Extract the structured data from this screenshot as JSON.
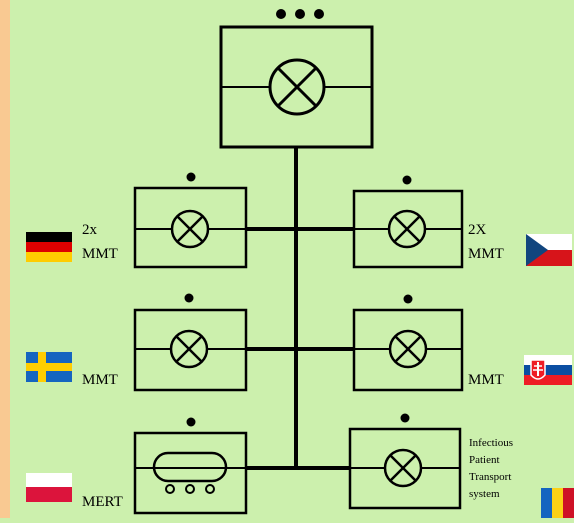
{
  "colors": {
    "background": "#ccf0ad",
    "left_strip": "#f9c992",
    "line": "#000000"
  },
  "top_unit": {
    "icon": "floodlight-symbol",
    "dots": 3
  },
  "units": [
    {
      "id": "germany",
      "flag": "germany-flag",
      "label_line1": "2x",
      "label_line2": "MMT",
      "symbol": "floodlight-symbol",
      "dots": 1
    },
    {
      "id": "czech",
      "flag": "czech-flag",
      "label_line1": "2X",
      "label_line2": "MMT",
      "symbol": "floodlight-symbol",
      "dots": 1
    },
    {
      "id": "sweden",
      "flag": "sweden-flag",
      "label_line1": "MMT",
      "symbol": "floodlight-symbol",
      "dots": 1
    },
    {
      "id": "slovakia",
      "flag": "slovakia-flag",
      "label_line1": "MMT",
      "symbol": "floodlight-symbol",
      "dots": 1
    },
    {
      "id": "poland",
      "flag": "poland-flag",
      "label_line1": "MERT",
      "symbol": "ambulance-symbol",
      "dots": 1
    },
    {
      "id": "romania",
      "flag": "romania-flag",
      "label_lines": [
        "Infectious",
        "Patient",
        "Transport",
        "system"
      ],
      "symbol": "floodlight-symbol",
      "dots": 1
    }
  ]
}
